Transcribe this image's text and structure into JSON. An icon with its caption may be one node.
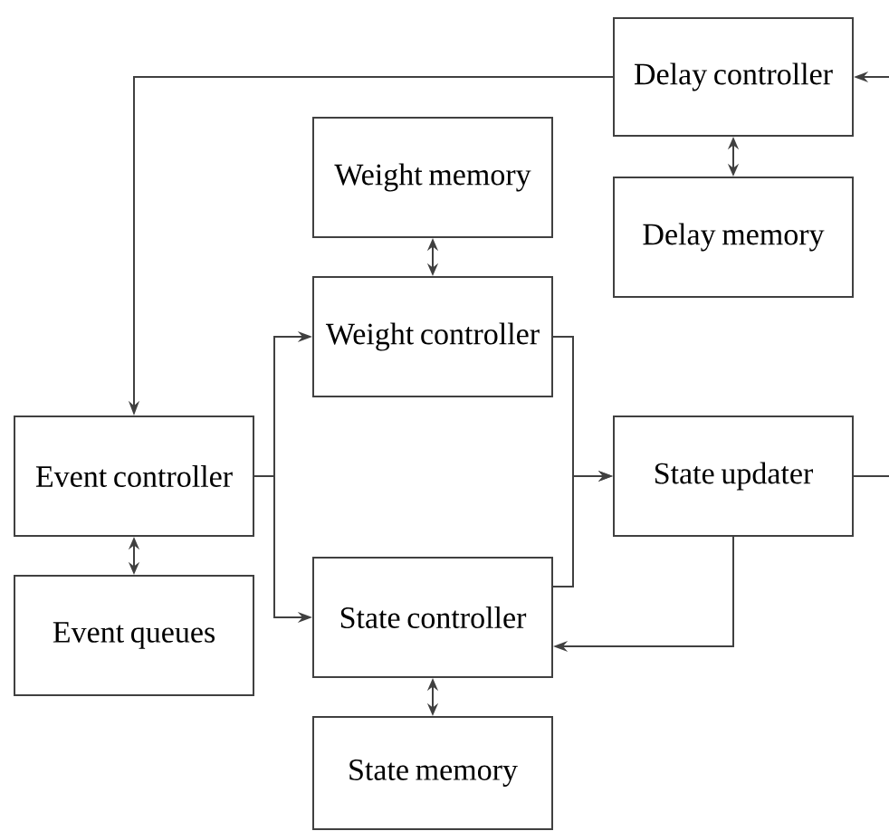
{
  "diagram": {
    "nodes": [
      {
        "text": [
          "Delay controller"
        ]
      },
      {
        "text": [
          "Weight memory"
        ]
      },
      {
        "text": [
          "Delay memory"
        ]
      },
      {
        "text": [
          "Weight controller"
        ]
      },
      {
        "text": [
          "Event controller"
        ]
      },
      {
        "text": [
          "State updater"
        ]
      },
      {
        "text": [
          "Event queues"
        ]
      },
      {
        "text": [
          "State controller"
        ]
      },
      {
        "text": [
          "State memory"
        ]
      }
    ],
    "edges": [
      {
        "from": null,
        "to": 0,
        "arrow": "to"
      },
      {
        "from": 0,
        "to": 4,
        "arrow": "to"
      },
      {
        "from": 0,
        "to": 2,
        "arrow": "both"
      },
      {
        "from": 1,
        "to": 3,
        "arrow": "both"
      },
      {
        "from": 4,
        "to": 3,
        "arrow": "to"
      },
      {
        "from": 4,
        "to": 7,
        "arrow": "to"
      },
      {
        "from": 3,
        "to": 5,
        "arrow": "to"
      },
      {
        "from": 7,
        "to": 5,
        "arrow": "to"
      },
      {
        "from": 5,
        "to": 7,
        "arrow": "to"
      },
      {
        "from": 5,
        "to": null,
        "arrow": "none"
      },
      {
        "from": 4,
        "to": 6,
        "arrow": "both"
      },
      {
        "from": 7,
        "to": 8,
        "arrow": "both"
      }
    ]
  }
}
